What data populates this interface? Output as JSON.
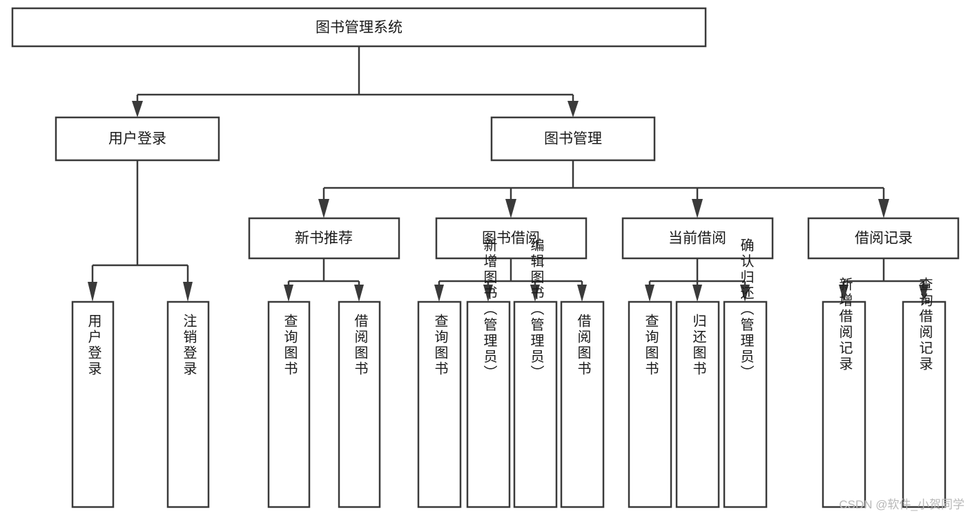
{
  "diagram": {
    "title": "图书管理系统",
    "type": "tree",
    "orientation": "top-down",
    "colors": {
      "box_stroke": "#3a3a3a",
      "box_fill": "#ffffff",
      "connector": "#3a3a3a",
      "text": "#1a1a1a",
      "watermark": "#b8b8b8",
      "background": "#ffffff"
    },
    "root": {
      "label": "图书管理系统"
    },
    "level2": [
      {
        "label": "用户登录"
      },
      {
        "label": "图书管理"
      }
    ],
    "level3": [
      {
        "label": "新书推荐"
      },
      {
        "label": "图书借阅"
      },
      {
        "label": "当前借阅"
      },
      {
        "label": "借阅记录"
      }
    ],
    "leaves": {
      "user_login": [
        {
          "label": "用户登录"
        },
        {
          "label": "注销登录"
        }
      ],
      "new_book_recommend": [
        {
          "label": "查询图书"
        },
        {
          "label": "借阅图书"
        }
      ],
      "book_borrow": [
        {
          "label": "查询图书"
        },
        {
          "label": "新增图书（管理员）"
        },
        {
          "label": "编辑图书（管理员）"
        },
        {
          "label": "借阅图书"
        }
      ],
      "current_borrow": [
        {
          "label": "查询图书"
        },
        {
          "label": "归还图书"
        },
        {
          "label": "确认归还（管理员）"
        }
      ],
      "borrow_record": [
        {
          "label": "新增借阅记录"
        },
        {
          "label": "查询借阅记录"
        }
      ]
    }
  },
  "watermark": {
    "text": "CSDN @软件_小贺同学"
  }
}
